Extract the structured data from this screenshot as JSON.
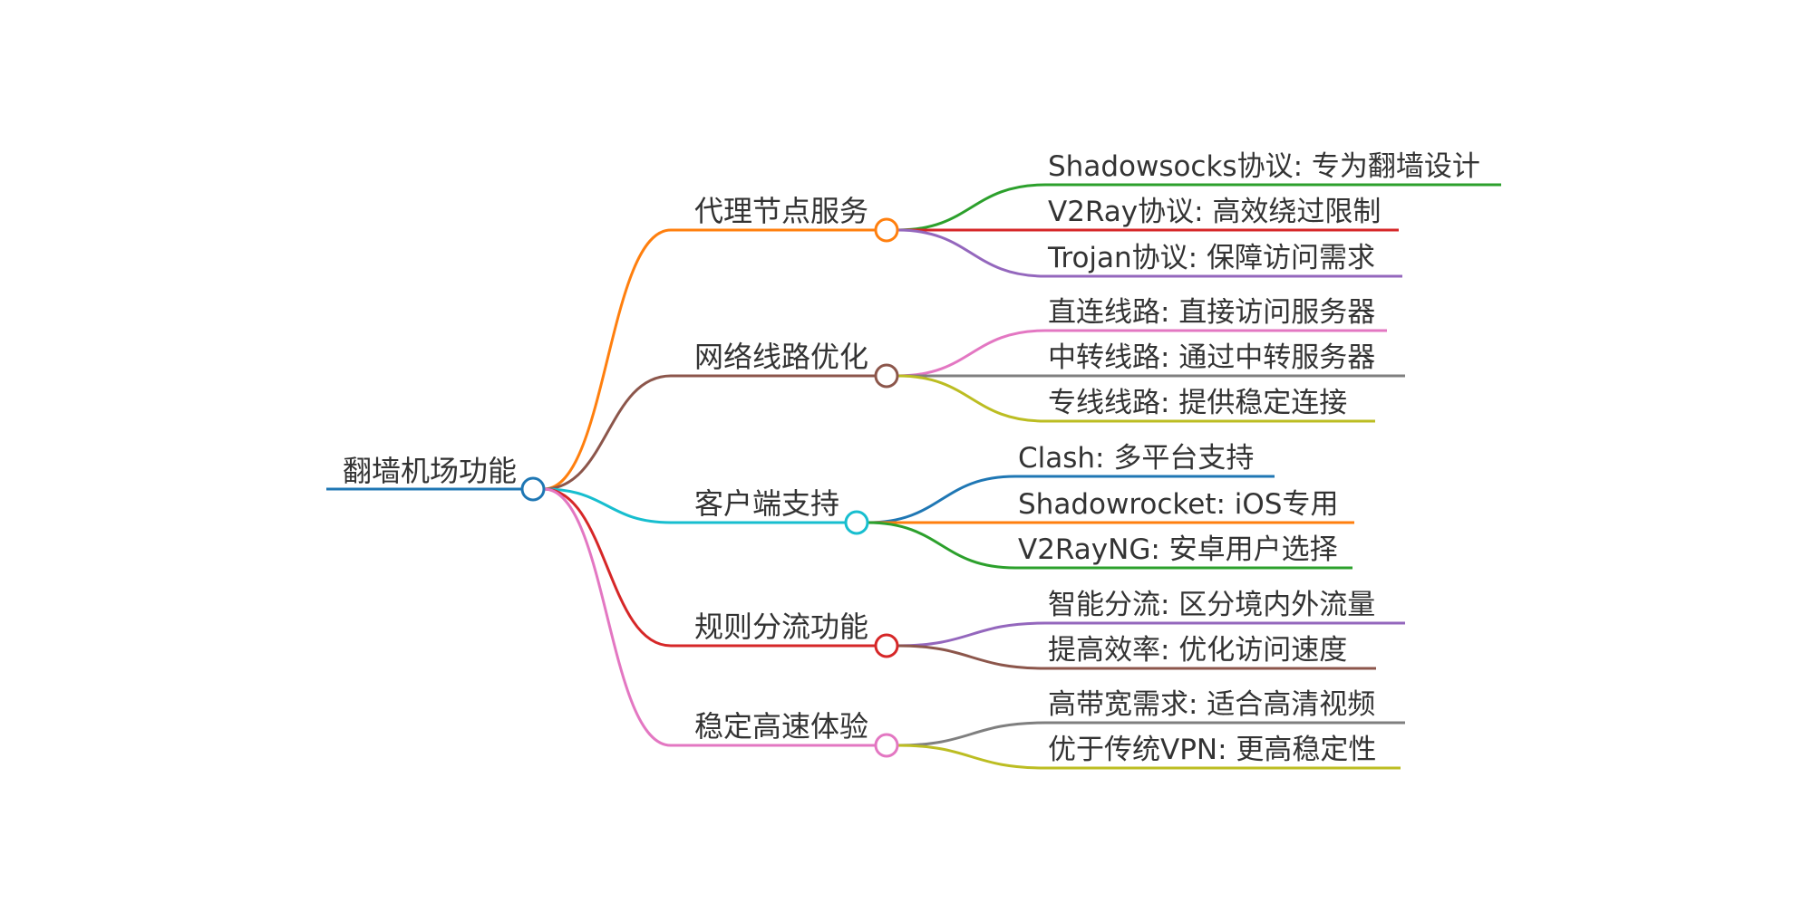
{
  "root": {
    "label": "翻墙机场功能",
    "color": "#1f77b4"
  },
  "branches": [
    {
      "label": "代理节点服务",
      "color": "#ff7f0e",
      "children": [
        {
          "label": "Shadowsocks协议: 专为翻墙设计",
          "color": "#2ca02c"
        },
        {
          "label": "V2Ray协议: 高效绕过限制",
          "color": "#d62728"
        },
        {
          "label": "Trojan协议: 保障访问需求",
          "color": "#9467bd"
        }
      ]
    },
    {
      "label": "网络线路优化",
      "color": "#8c564b",
      "children": [
        {
          "label": "直连线路: 直接访问服务器",
          "color": "#e377c2"
        },
        {
          "label": "中转线路: 通过中转服务器",
          "color": "#7f7f7f"
        },
        {
          "label": "专线线路: 提供稳定连接",
          "color": "#bcbd22"
        }
      ]
    },
    {
      "label": "客户端支持",
      "color": "#17becf",
      "children": [
        {
          "label": "Clash: 多平台支持",
          "color": "#1f77b4"
        },
        {
          "label": "Shadowrocket: iOS专用",
          "color": "#ff7f0e"
        },
        {
          "label": "V2RayNG: 安卓用户选择",
          "color": "#2ca02c"
        }
      ]
    },
    {
      "label": "规则分流功能",
      "color": "#d62728",
      "children": [
        {
          "label": "智能分流: 区分境内外流量",
          "color": "#9467bd"
        },
        {
          "label": "提高效率: 优化访问速度",
          "color": "#8c564b"
        }
      ]
    },
    {
      "label": "稳定高速体验",
      "color": "#e377c2",
      "children": [
        {
          "label": "高带宽需求: 适合高清视频",
          "color": "#7f7f7f"
        },
        {
          "label": "优于传统VPN: 更高稳定性",
          "color": "#bcbd22"
        }
      ]
    }
  ]
}
